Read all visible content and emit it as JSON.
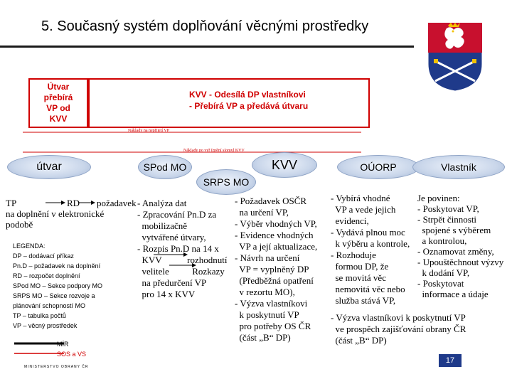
{
  "title": "5. Současný systém doplňování věcnými prostředky",
  "top_boxes": {
    "left": "Útvar\npřebírá\nVP od\nKVV",
    "right": "KVV - Odesílá DP vlastníkovi\n- Přebírá VP a předává útvaru"
  },
  "flows": {
    "costs_label": "Náklady na nepřijetí VP",
    "costs_label_2": "Náklady po vyř ízpění síomyl KVV"
  },
  "nodes": {
    "utvar": "útvar",
    "spod": "SPod MO",
    "srps": "SRPS MO",
    "kvv": "KVV",
    "ouorp": "OÚORP",
    "vlastnik": "Vlastník"
  },
  "columns": {
    "utvar_tp": "TP",
    "utvar_rd": "RD",
    "utvar_pozadavek": "požadavek",
    "utvar_text": "na doplnění v elektronické\npodobě",
    "spod": "- Analýza dat\n- Zpracování Pn.D za\n  mobilizačně\n  vytvářené útvary,\n- Rozpis Pn.D na 14 x\n  KVV           rozhodnutí\n  velitele          Rozkazy\n  na předurčení VP\n  pro 14 x KVV",
    "kvv": "- Požadavek OSČR\n  na určení VP,\n- Výběr vhodných VP,\n- Evidence vhodných\n  VP a její aktualizace,\n- Návrh na určení\n  VP = vyplněný DP\n  (Předběžná opatření\n  v rezortu MO),\n- Výzva vlastníkovi\n  k poskytnutí VP\n  pro potřeby OS ČR\n  (část „B“ DP)",
    "ouorp": "- Vybírá vhodné\n  VP a vede jejich\n  evidenci,\n- Vydává plnou moc\n  k výběru a kontrole,\n- Rozhoduje\n  formou DP, že\n  se movitá věc\n  nemovitá věc nebo\n  služba stává VP,",
    "vlastnik": "Je povinen:\n- Poskytovat VP,\n- Strpět činnosti\n  spojené s výběrem\n  a kontrolou,\n- Oznamovat změny,\n- Upouštěchnout výzvy\n  k dodání VP,\n- Poskytovat\n  informace a údaje",
    "ouorp_bottom": "- Výzva vlastníkovi k poskytnutí VP\n  ve prospěch zajišťování obrany ČR\n  (část „B“ DP)"
  },
  "legend": {
    "heading": "LEGENDA:",
    "items": [
      "DP – dodávací příkaz",
      "Pn.D – požadavek na doplnění",
      "RD – rozpočet doplnění",
      "SPod MO – Sekce podpory MO",
      "SRPS MO – Sekce rozvoje a",
      "plánování schopností MO",
      "TP – tabulka počtů",
      "VP – věcný prostředek"
    ],
    "line_mir": "MÍR",
    "line_sos": "SOS a VS"
  },
  "footer": "MINISTERSTVO OBRANY ČR",
  "page_number": "17",
  "colors": {
    "red": "#d00000",
    "oval_blue": "#c9d6ea",
    "page_box": "#1f3a8a",
    "shield_red": "#c8102e",
    "shield_blue": "#1f3a8a"
  },
  "icons": [
    "army-emblem-icon"
  ]
}
